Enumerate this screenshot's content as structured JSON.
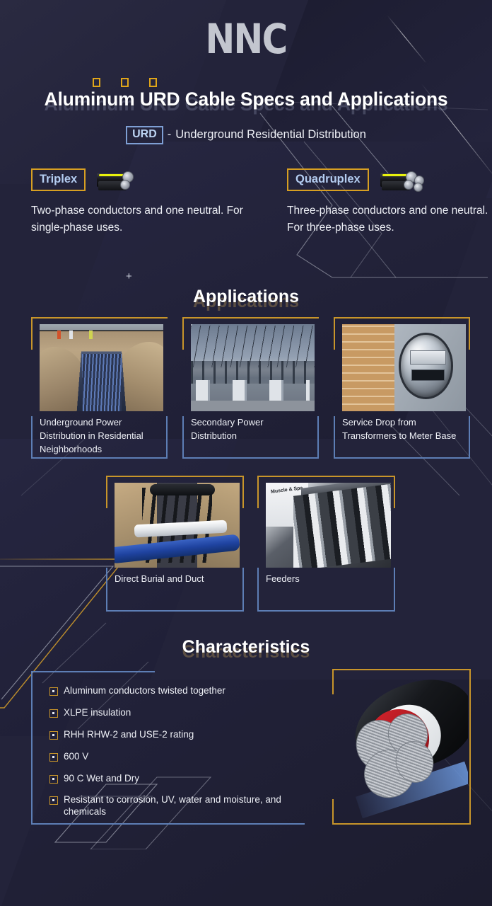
{
  "brand": {
    "logo": "NNC"
  },
  "header": {
    "title": "Aluminum URD Cable Specs and Applications",
    "badge": "URD",
    "dash": "-",
    "expansion": "Underground Residential Distribution",
    "decor_squares": 3
  },
  "types": [
    {
      "badge": "Triplex",
      "icon": "triplex-cable-icon",
      "description": "Two-phase conductors and one neutral. For single-phase uses."
    },
    {
      "badge": "Quadruplex",
      "icon": "quadruplex-cable-icon",
      "description": "Three-phase conductors and one neutral. For three-phase uses."
    }
  ],
  "plus_mark": "+",
  "applications": {
    "heading": "Applications",
    "cards": [
      {
        "caption": "Underground Power Distribution in Residential Neighborhoods",
        "image": "trench-with-conduit-photo"
      },
      {
        "caption": "Secondary Power Distribution",
        "image": "electrical-substation-photo"
      },
      {
        "caption": "Service Drop from Transformers to Meter Base",
        "image": "electric-meter-on-brick-wall-photo"
      },
      {
        "caption": "Direct Burial and Duct",
        "image": "buried-cables-and-pipes-photo"
      },
      {
        "caption": "Feeders",
        "image": "busbar-feeder-assembly-photo"
      }
    ]
  },
  "characteristics": {
    "heading": "Characteristics",
    "items": [
      "Aluminum conductors twisted together",
      "XLPE insulation",
      "RHH RHW-2 and USE-2 rating",
      "600 V",
      "90 C Wet and Dry",
      "Resistant to corrosion, UV, water and moisture, and chemicals"
    ],
    "image": "cable-cross-section-photo"
  },
  "colors": {
    "background": "#23233a",
    "gold": "#c8952a",
    "gold_bright": "#e0a619",
    "blue_border": "#5d7eb5",
    "badge_text": "#b4cdf1",
    "text": "#eef0f6",
    "logo": "#c3c6cf"
  }
}
